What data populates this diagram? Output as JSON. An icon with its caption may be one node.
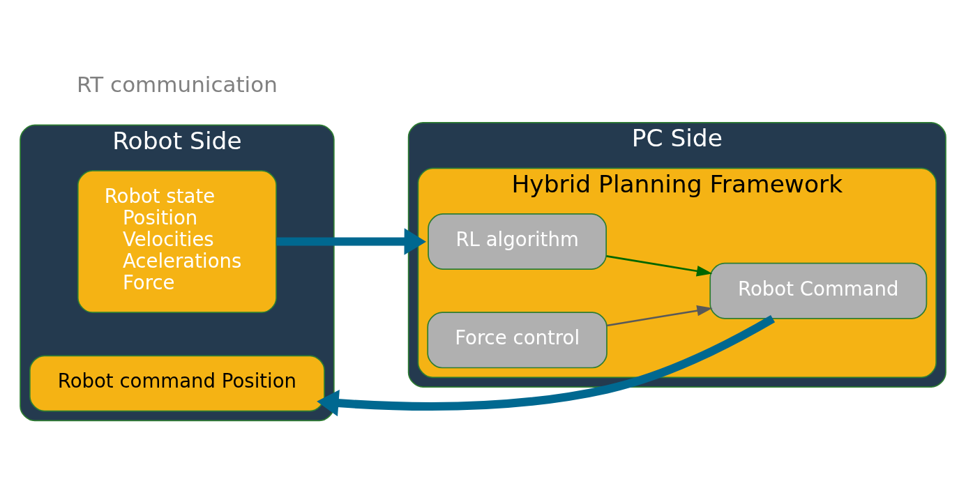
{
  "diagram": {
    "nodes": [
      {
        "text": [
          "Robot Side"
        ]
      },
      {
        "text": [
          "Robot state",
          "Position",
          "Velocities",
          "Acelerations",
          "Force"
        ],
        "in": 0
      },
      {
        "text": [
          "Robot command Position"
        ],
        "in": 0
      },
      {
        "text": [
          "PC Side"
        ]
      },
      {
        "text": [
          "Hybrid Planning Framework"
        ],
        "in": 3
      },
      {
        "text": [
          "RL algorithm"
        ],
        "in": 4
      },
      {
        "text": [
          "Force control"
        ],
        "in": 4
      },
      {
        "text": [
          "Robot Command"
        ],
        "in": 4
      }
    ],
    "edges": [
      {
        "from": 1,
        "to": 4,
        "arrow": "to",
        "style": "thick",
        "color": "#006890"
      },
      {
        "from": 5,
        "to": 7,
        "arrow": "to",
        "color": "#006600"
      },
      {
        "from": 6,
        "to": 7,
        "arrow": "to",
        "color": "#595959"
      },
      {
        "from": 7,
        "to": 2,
        "arrow": "to",
        "style": "thick",
        "color": "#006890"
      }
    ],
    "labels": [
      "RT communication"
    ]
  }
}
